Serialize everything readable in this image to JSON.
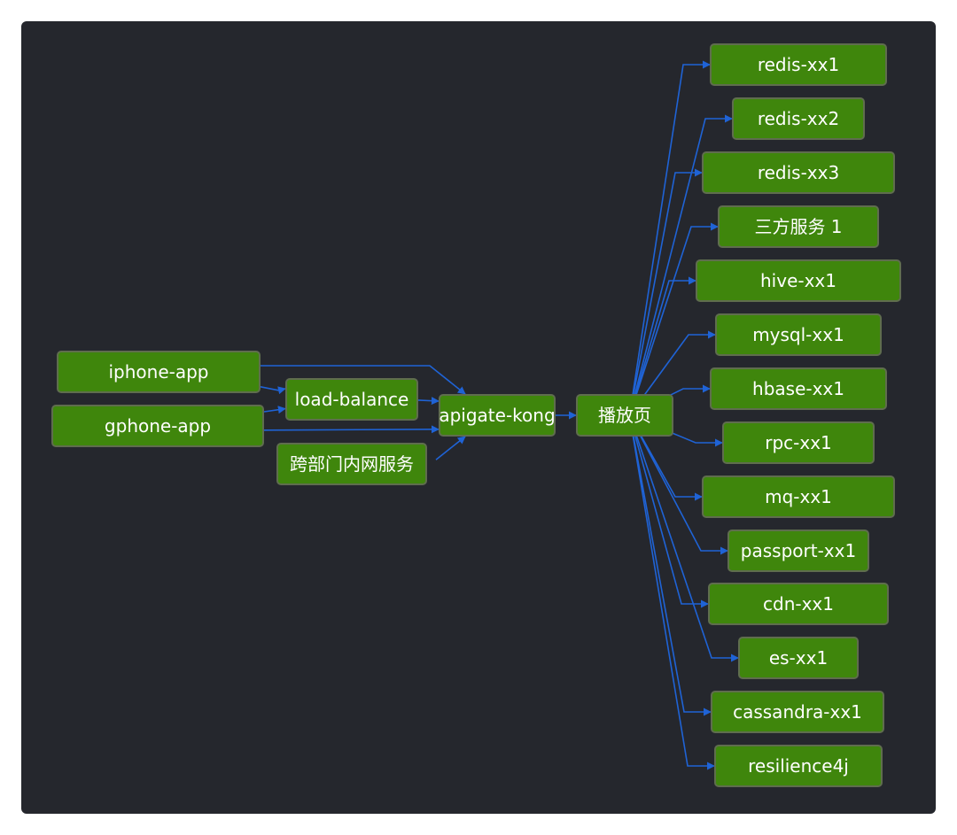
{
  "diagram": {
    "nodes": [
      {
        "id": "iphone-app",
        "label": "iphone-app"
      },
      {
        "id": "gphone-app",
        "label": "gphone-app"
      },
      {
        "id": "load-balance",
        "label": "load-balance"
      },
      {
        "id": "internal-service",
        "label": "跨部门内网服务"
      },
      {
        "id": "apigate-kong",
        "label": "apigate-kong"
      },
      {
        "id": "play-page",
        "label": "播放页"
      },
      {
        "id": "redis-xx1",
        "label": "redis-xx1"
      },
      {
        "id": "redis-xx2",
        "label": "redis-xx2"
      },
      {
        "id": "redis-xx3",
        "label": "redis-xx3"
      },
      {
        "id": "third-party-1",
        "label": "三方服务 1"
      },
      {
        "id": "hive-xx1",
        "label": "hive-xx1"
      },
      {
        "id": "mysql-xx1",
        "label": "mysql-xx1"
      },
      {
        "id": "hbase-xx1",
        "label": "hbase-xx1"
      },
      {
        "id": "rpc-xx1",
        "label": "rpc-xx1"
      },
      {
        "id": "mq-xx1",
        "label": "mq-xx1"
      },
      {
        "id": "passport-xx1",
        "label": "passport-xx1"
      },
      {
        "id": "cdn-xx1",
        "label": "cdn-xx1"
      },
      {
        "id": "es-xx1",
        "label": "es-xx1"
      },
      {
        "id": "cassandra-xx1",
        "label": "cassandra-xx1"
      },
      {
        "id": "resilience4j",
        "label": "resilience4j"
      }
    ],
    "edges": [
      [
        "iphone-app",
        "load-balance"
      ],
      [
        "iphone-app",
        "apigate-kong"
      ],
      [
        "gphone-app",
        "load-balance"
      ],
      [
        "gphone-app",
        "apigate-kong"
      ],
      [
        "load-balance",
        "apigate-kong"
      ],
      [
        "internal-service",
        "apigate-kong"
      ],
      [
        "apigate-kong",
        "play-page"
      ],
      [
        "play-page",
        "redis-xx1"
      ],
      [
        "play-page",
        "redis-xx2"
      ],
      [
        "play-page",
        "redis-xx3"
      ],
      [
        "play-page",
        "third-party-1"
      ],
      [
        "play-page",
        "hive-xx1"
      ],
      [
        "play-page",
        "mysql-xx1"
      ],
      [
        "play-page",
        "hbase-xx1"
      ],
      [
        "play-page",
        "rpc-xx1"
      ],
      [
        "play-page",
        "mq-xx1"
      ],
      [
        "play-page",
        "passport-xx1"
      ],
      [
        "play-page",
        "cdn-xx1"
      ],
      [
        "play-page",
        "es-xx1"
      ],
      [
        "play-page",
        "cassandra-xx1"
      ],
      [
        "play-page",
        "resilience4j"
      ]
    ],
    "colors": {
      "background": "#25272d",
      "node_fill": "#3f860c",
      "node_border": "#5f6d4e",
      "edge": "#1f63d6",
      "text": "#ffffff"
    }
  }
}
